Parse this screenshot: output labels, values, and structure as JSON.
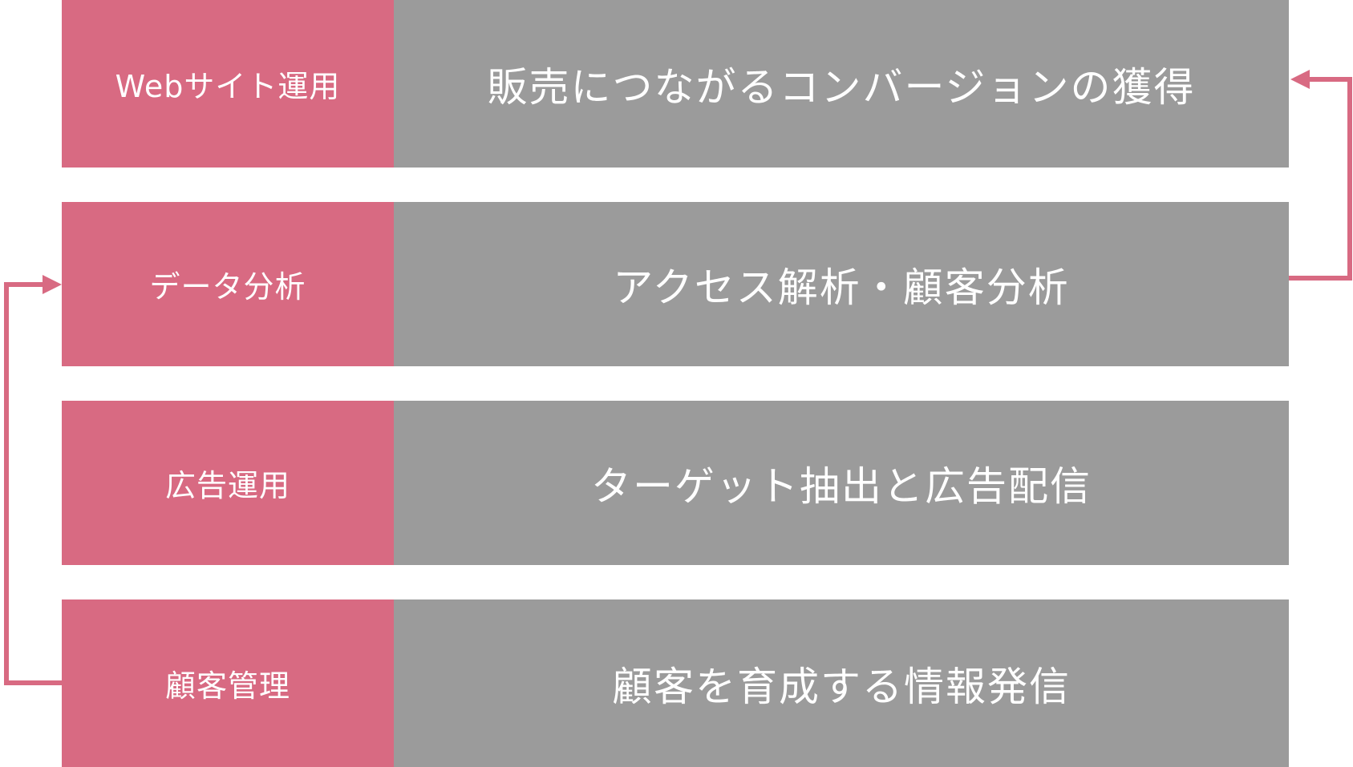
{
  "colors": {
    "label_bg": "#d86a82",
    "desc_bg": "#9b9b9b",
    "arrow": "#d86a82",
    "text": "#ffffff"
  },
  "steps": [
    {
      "label": "Webサイト運用",
      "description": "販売につながるコンバージョンの獲得"
    },
    {
      "label": "データ分析",
      "description": "アクセス解析・顧客分析"
    },
    {
      "label": "広告運用",
      "description": "ターゲット抽出と広告配信"
    },
    {
      "label": "顧客管理",
      "description": "顧客を育成する情報発信"
    }
  ]
}
